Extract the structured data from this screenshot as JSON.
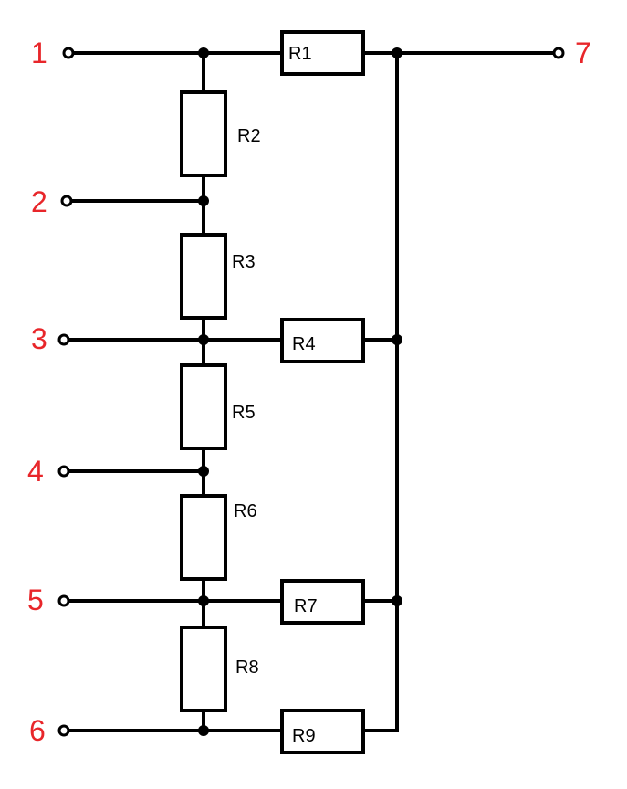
{
  "terminals": {
    "t1": "1",
    "t2": "2",
    "t3": "3",
    "t4": "4",
    "t5": "5",
    "t6": "6",
    "t7": "7"
  },
  "resistors": {
    "r1": "R1",
    "r2": "R2",
    "r3": "R3",
    "r4": "R4",
    "r5": "R5",
    "r6": "R6",
    "r7": "R7",
    "r8": "R8",
    "r9": "R9"
  },
  "colors": {
    "terminal_label": "#e8262a",
    "wire": "#000000"
  }
}
